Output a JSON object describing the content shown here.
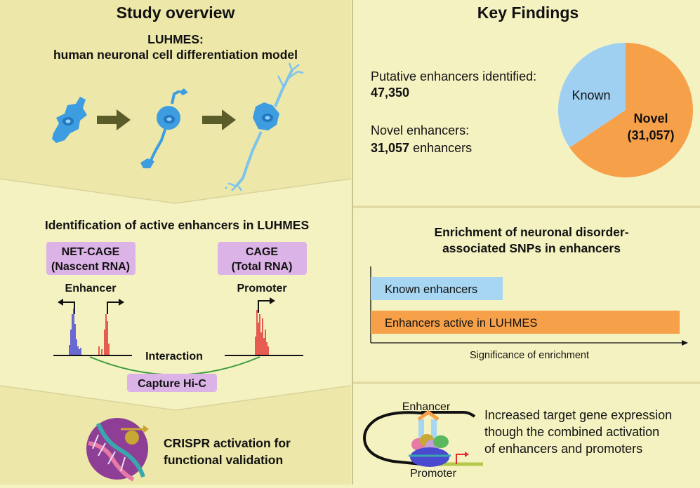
{
  "left": {
    "title": "Study overview",
    "model_name": "LUHMES:",
    "model_desc": "human neuronal cell differentiation model",
    "section2_title": "Identification of active enhancers in LUHMES",
    "netcage": {
      "line1": "NET-CAGE",
      "line2": "(Nascent RNA)"
    },
    "cage": {
      "line1": "CAGE",
      "line2": "(Total RNA)"
    },
    "enhancer_label": "Enhancer",
    "promoter_label": "Promoter",
    "interaction_label": "Interaction",
    "capture_label": "Capture Hi-C",
    "crispr_line1": "CRISPR activation for",
    "crispr_line2": "functional validation"
  },
  "right": {
    "title": "Key Findings",
    "putative_label": "Putative enhancers identified:",
    "putative_value": "47,350",
    "novel_label": "Novel enhancers:",
    "novel_value": "31,057",
    "novel_unit": " enhancers",
    "pie": {
      "known_label": "Known",
      "novel_label": "Novel",
      "novel_value_label": "(31,057)",
      "known_color": "#9fd0f2",
      "novel_color": "#f7a04a",
      "total": 47350,
      "novel": 31057
    },
    "enrich_title_line1": "Enrichment of neuronal disorder-",
    "enrich_title_line2": "associated SNPs in enhancers",
    "bar_known": "Known enhancers",
    "bar_active": "Enhancers active in LUHMES",
    "axis_label": "Significance of enrichment",
    "model_enhancer": "Enhancer",
    "model_promoter": "Promoter",
    "finding_line1": "Increased target gene expression",
    "finding_line2": "though the combined activation",
    "finding_line3": "of enhancers and promoters"
  },
  "colors": {
    "background": "#f5f2c2",
    "chevron": "#ebe6a4",
    "lavender_box": "#dcb3e6",
    "cell_blue": "#3d9de0",
    "arrow_olive": "#5a5c2a",
    "net_cage_signal": "#3b3bd6",
    "cage_signal": "#e22b2b",
    "loop_green": "#3a9a3a"
  }
}
